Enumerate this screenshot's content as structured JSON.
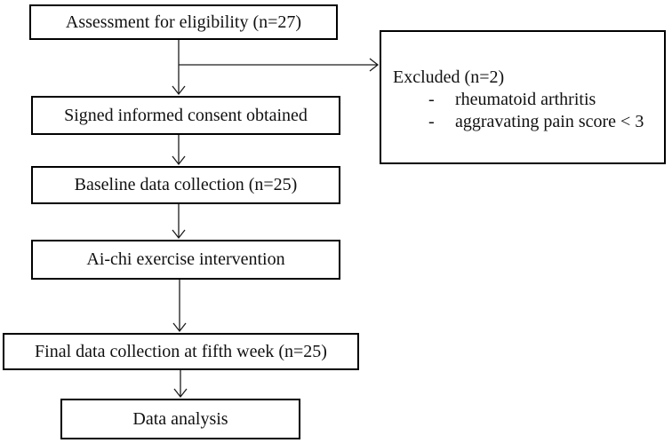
{
  "flowchart": {
    "nodes": {
      "assessment": "Assessment for eligibility (n=27)",
      "consent": "Signed informed consent obtained",
      "baseline": "Baseline data collection (n=25)",
      "intervention": "Ai-chi exercise intervention",
      "final": "Final data collection at fifth week (n=25)",
      "analysis": "Data analysis"
    },
    "excluded": {
      "title": "Excluded (n=2)",
      "bullet": "-",
      "items": [
        "rheumatoid arthritis",
        "aggravating pain score < 3"
      ]
    },
    "colors": {
      "box_border": "#000000",
      "arrow_line": "#1c1c1c",
      "background": "#ffffff"
    }
  }
}
